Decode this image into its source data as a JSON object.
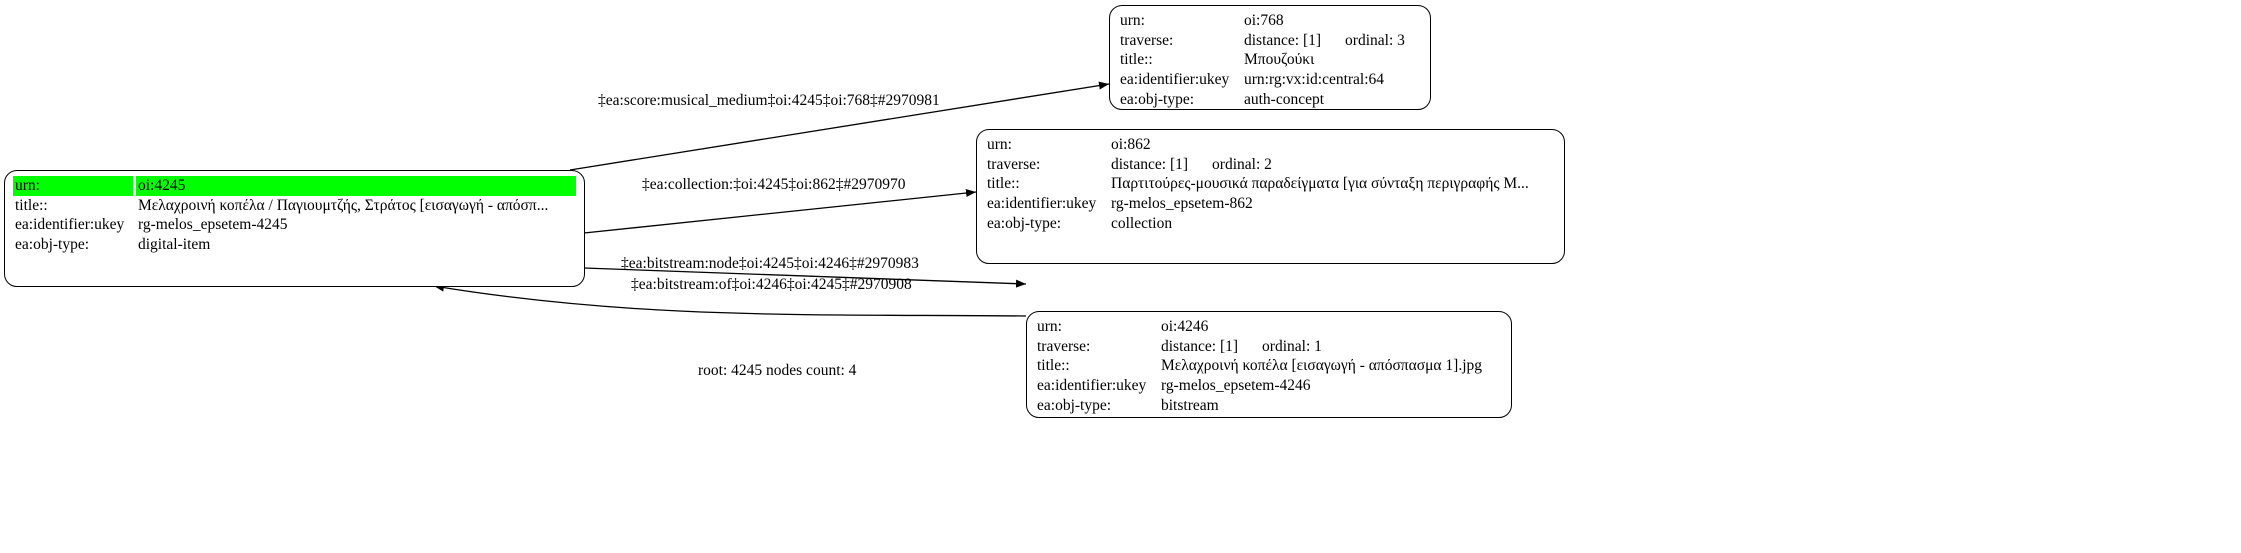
{
  "nodes": [
    {
      "id": "n4245",
      "rows": [
        {
          "key": "urn:",
          "value": "oi:4245"
        },
        {
          "key": "title::",
          "value": "Μελαχροινή κοπέλα / Παγιουμτζής, Στράτος [εισαγωγή - απόσπ..."
        },
        {
          "key": "ea:identifier:ukey",
          "value": "rg-melos_epsetem-4245"
        },
        {
          "key": "ea:obj-type:",
          "value": "digital-item"
        }
      ]
    },
    {
      "id": "n768",
      "rows": [
        {
          "key": "urn:",
          "value": "oi:768"
        },
        {
          "key": "traverse:",
          "value": "distance: [1]",
          "value2": "ordinal: 3"
        },
        {
          "key": "title::",
          "value": "Μπουζούκι"
        },
        {
          "key": "ea:identifier:ukey",
          "value": "urn:rg:vx:id:central:64"
        },
        {
          "key": "ea:obj-type:",
          "value": "auth-concept"
        }
      ]
    },
    {
      "id": "n862",
      "rows": [
        {
          "key": "urn:",
          "value": "oi:862"
        },
        {
          "key": "traverse:",
          "value": "distance: [1]",
          "value2": "ordinal: 2"
        },
        {
          "key": "title::",
          "value": "Παρτιτούρες-μουσικά παραδείγματα [για σύνταξη περιγραφής Μ..."
        },
        {
          "key": "ea:identifier:ukey",
          "value": "rg-melos_epsetem-862"
        },
        {
          "key": "ea:obj-type:",
          "value": "collection"
        }
      ]
    },
    {
      "id": "n4246",
      "rows": [
        {
          "key": "urn:",
          "value": "oi:4246"
        },
        {
          "key": "traverse:",
          "value": "distance: [1]",
          "value2": "ordinal: 1"
        },
        {
          "key": "title::",
          "value": "Μελαχροινή κοπέλα [εισαγωγή - απόσπασμα 1].jpg"
        },
        {
          "key": "ea:identifier:ukey",
          "value": "rg-melos_epsetem-4246"
        },
        {
          "key": "ea:obj-type:",
          "value": "bitstream"
        }
      ]
    }
  ],
  "edges": [
    {
      "label": "‡ea:score:musical_medium‡oi:4245‡oi:768‡#2970981"
    },
    {
      "label": "‡ea:collection:‡oi:4245‡oi:862‡#2970970"
    },
    {
      "label": "‡ea:bitstream:node‡oi:4245‡oi:4246‡#2970983"
    },
    {
      "label": "‡ea:bitstream:of‡oi:4246‡oi:4245‡#2970908"
    }
  ],
  "highlight_color": "#00ff00",
  "footer": "root: 4245 nodes count: 4"
}
